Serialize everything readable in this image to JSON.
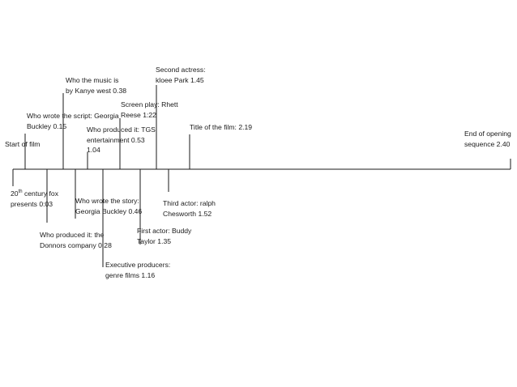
{
  "timeline": {
    "line_color": "#1a1a1a",
    "events": [
      {
        "id": "start-of-film",
        "lines": [
          "Start of film"
        ]
      },
      {
        "id": "20th-century-fox",
        "lines": [
          "20th century fox",
          "presents 0:03"
        ]
      },
      {
        "id": "script",
        "lines": [
          "Who wrote the script: Georgia",
          "Buckley 0.15"
        ]
      },
      {
        "id": "donnors-company",
        "lines": [
          "Who produced it: the",
          "Donnors company  0.28"
        ]
      },
      {
        "id": "music",
        "lines": [
          "Who the music is",
          "by Kanye west 0.38"
        ]
      },
      {
        "id": "story",
        "lines": [
          "Who wrote the story:",
          "Georgia Buckley  0.46"
        ]
      },
      {
        "id": "tgs-entertainment",
        "lines": [
          "Who produced it:  TGS",
          "entertainment  0.53",
          "1.04"
        ]
      },
      {
        "id": "executive-producers",
        "lines": [
          "Executive producers:",
          "genre films 1.16"
        ]
      },
      {
        "id": "screen-play",
        "lines": [
          "Screen play:  Rhett",
          "Reese 1:22"
        ]
      },
      {
        "id": "first-actor",
        "lines": [
          "First actor:  Buddy",
          "Taylor 1.35"
        ]
      },
      {
        "id": "second-actress",
        "lines": [
          "Second actress:",
          "kloee Park 1.45"
        ]
      },
      {
        "id": "third-actor",
        "lines": [
          "Third actor: ralph",
          "Chesworth 1.52"
        ]
      },
      {
        "id": "title-of-film",
        "lines": [
          "Title of the film:  2.19"
        ]
      },
      {
        "id": "end-of-opening",
        "lines": [
          "End of opening",
          "sequence  2.40"
        ]
      }
    ]
  }
}
